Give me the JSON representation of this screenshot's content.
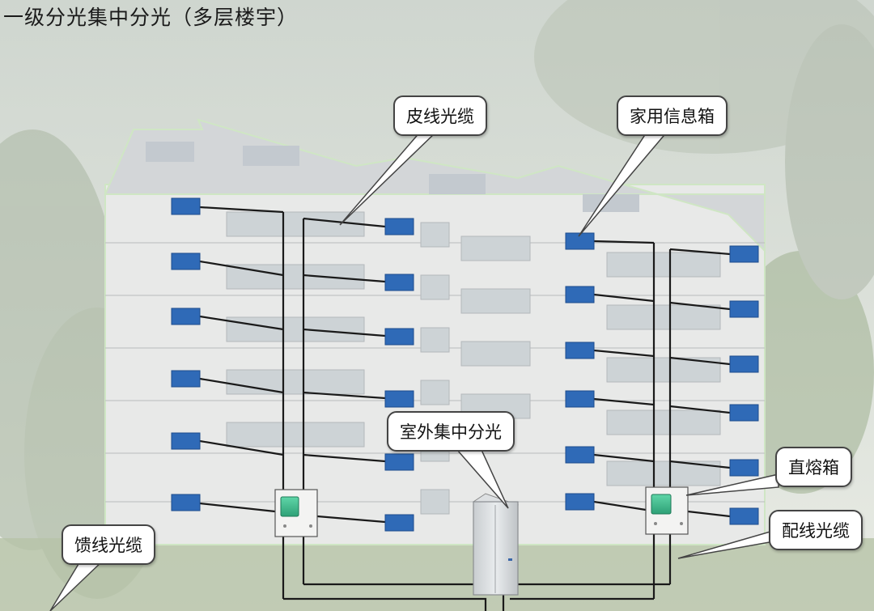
{
  "title": "一级分光集中分光（多层楼宇）",
  "labels": {
    "drop_cable": "皮线光缆",
    "home_box": "家用信息箱",
    "outdoor_splitter": "室外集中分光",
    "splice_box": "直熔箱",
    "distribution_cable": "配线光缆",
    "feeder_cable": "馈线光缆"
  },
  "colors": {
    "info_box": "#2f6ab7",
    "cable": "#1a1a1a",
    "splice_box_panel": "#3cb98c"
  }
}
